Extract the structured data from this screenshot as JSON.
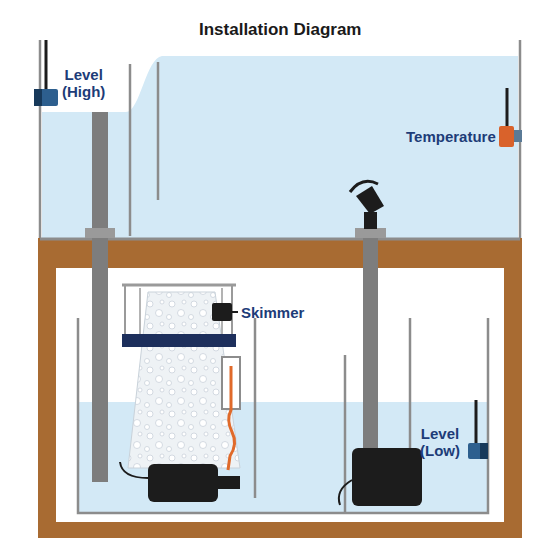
{
  "diagram": {
    "title": "Installation Diagram",
    "labels": [
      "Level (High)",
      "Temperature",
      "Skimmer",
      "Level (Low)"
    ]
  }
}
